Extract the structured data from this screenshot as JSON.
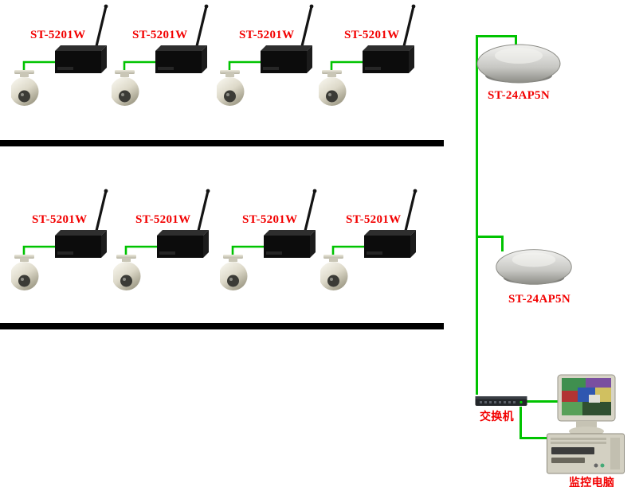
{
  "labels": {
    "transmitter": "ST-5201W",
    "access_point": "ST-24AP5N",
    "switch": "交换机",
    "monitor_pc": "监控电脑"
  },
  "colors": {
    "label_text": "#f20000",
    "cable": "#00c300",
    "divider": "#000000",
    "background": "#ffffff"
  },
  "counts": {
    "transmitter_camera_units": 8,
    "access_points": 2,
    "switches": 1,
    "monitor_computers": 1
  }
}
